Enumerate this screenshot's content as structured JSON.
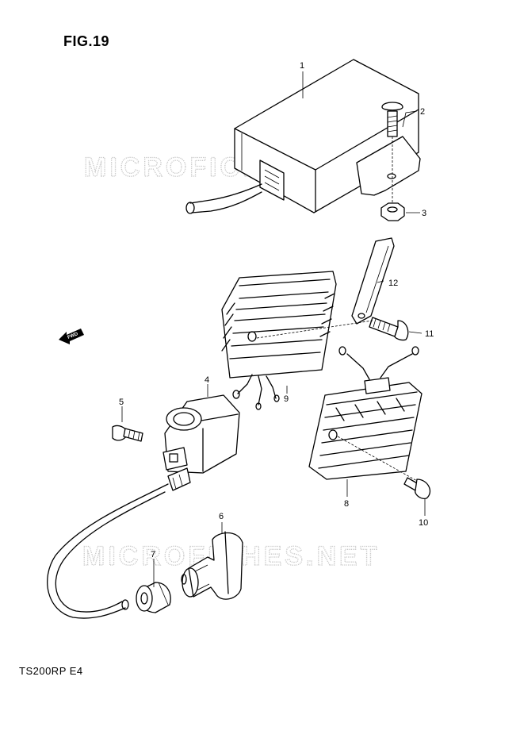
{
  "header": {
    "figure_label": "FIG.19"
  },
  "footer": {
    "model_code": "TS200RP E4"
  },
  "watermark": {
    "text": "MICROFICHES.NET"
  },
  "direction_marker": {
    "text": "FWD"
  },
  "callouts": [
    "1",
    "2",
    "3",
    "4",
    "5",
    "6",
    "7",
    "8",
    "9",
    "10",
    "11",
    "12"
  ]
}
